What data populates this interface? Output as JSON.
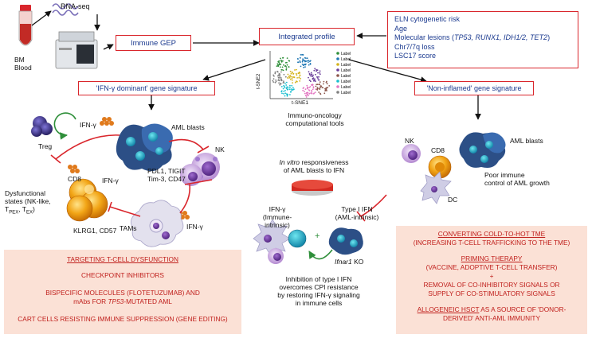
{
  "colors": {
    "red": "#d9262c",
    "navy": "#1b3a8f",
    "salmon": "#fbe1d6",
    "aml": "#2c4f86",
    "nk": "#8d5bb0",
    "cd8": "#f2a516",
    "treg": "#3b2f7a",
    "ifn": "#e07a1c"
  },
  "top": {
    "rnaseq": "RNA-seq",
    "bm_blood": "BM\nBlood",
    "immune_gep": "Immune GEP",
    "integrated_profile": "Integrated profile",
    "tsne_legend": [
      "Label",
      "Label",
      "Label",
      "Label",
      "Label",
      "Label",
      "Label",
      "Label"
    ],
    "tsne_xlabel": "t-SNE1",
    "tsne_ylabel": "t-SNE2",
    "tools_label": "Immuno-oncology\ncomputational tools",
    "risk_box": {
      "line1": "ELN cytogenetic risk",
      "line2": "Age",
      "line3a": "Molecular lesions (",
      "line3b": "TP53, RUNX1, IDH1/2, TET2",
      "line3c": ")",
      "line4": "Chr7/7q loss",
      "line5": "LSC17 score"
    }
  },
  "left": {
    "signature": "'IFN-γ dominant' gene signature",
    "ifn_g": "IFN-γ",
    "treg": "Treg",
    "aml_blasts": "AML blasts",
    "markers": "PDL1, TIGIT\nTim-3, CD47",
    "nk": "NK",
    "cd8": "CD8",
    "dysfunctional_a": "Dysfunctional\nstates (NK-like,",
    "dysfunctional_b": "T",
    "dysfunctional_c": "PEX",
    "dysfunctional_d": ", T",
    "dysfunctional_e": "EX",
    "dysfunctional_f": ")",
    "klrg1": "KLRG1, CD57",
    "tams": "TAMs",
    "panel": {
      "heading": "TARGETING T-CELL DYSFUNCTION",
      "item1": "CHECKPOINT INHIBITORS",
      "item2a": "BISPECIFIC MOLECULES (FLOTETUZUMAB) AND",
      "item2b": "mAbs FOR ",
      "item2c": "TP53",
      "item2d": "-MUTATED AML",
      "item3": "CART CELLS RESISTING IMMUNE SUPPRESSION (GENE EDITING)"
    }
  },
  "center": {
    "in_vitro_a": "In vitro",
    "in_vitro_b": " responsiveness",
    "in_vitro_c": "of AML blasts to IFN",
    "ifn_g_immune": "IFN-γ\n(Immune-intrinsic)",
    "type1": "Type I IFN\n(AML-intrinsic)",
    "plus": "+",
    "ifnar_a": "Ifnar1",
    "ifnar_b": " KO",
    "conclusion": "Inhibition of type I IFN\novercomes CPI resistance\nby restoring IFN-γ signaling\nin immune cells"
  },
  "right": {
    "signature": "'Non-inflamed' gene signature",
    "nk": "NK",
    "cd8": "CD8",
    "aml_blasts": "AML blasts",
    "dc": "DC",
    "poor": "Poor immune\ncontrol of AML growth",
    "panel": {
      "h1": "CONVERTING COLD-TO-HOT TME",
      "h1b": "(INCREASING T-CELL TRAFFICKING TO THE TME)",
      "h2": "PRIMING THERAPY",
      "h2b": "(VACCINE, ADOPTIVE T-CELL TRANSFER)",
      "plus": "+",
      "h3": "REMOVAL OF CO-INHIBITORY SIGNALS OR",
      "h3b": "SUPPLY OF CO-STIMULATORY SIGNALS",
      "h4a": "ALLOGENEIC HSCT",
      "h4b": " AS A SOURCE OF 'DONOR-",
      "h4c": "DERIVED' ANTI-AML IMMUNITY"
    }
  }
}
